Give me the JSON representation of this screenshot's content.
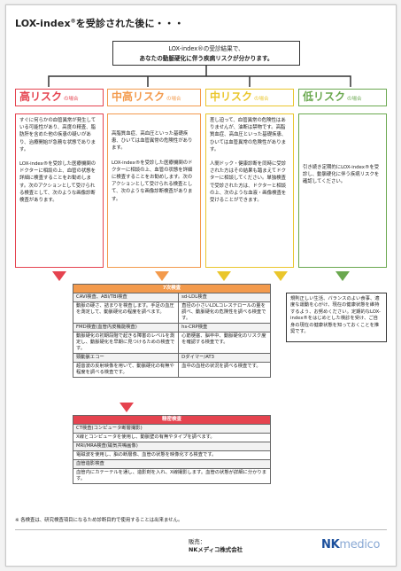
{
  "title": {
    "main": "LOX-index",
    "reg": "®",
    "tail": "を受診された後に・・・"
  },
  "result": {
    "line1": "LOX-index®の受診結果で、",
    "line2": "あなたの動脈硬化に伴う疾病リスクが分かります。"
  },
  "risks": [
    {
      "label": "高リスク",
      "small": "の場合",
      "color": "#e5434f"
    },
    {
      "label": "中高リスク",
      "small": "の場合",
      "color": "#f39a4c"
    },
    {
      "label": "中リスク",
      "small": "の場合",
      "color": "#eac62c"
    },
    {
      "label": "低リスク",
      "small": "の場合",
      "color": "#6aa84f"
    }
  ],
  "columns": [
    [
      "すぐに何らかの血管異常が発生している可能性があり、高度の精査、脂肪肝を含めた他の疾患の疑いがあり、治療開始が急務な状態であります。",
      "LOX-index®を受診した医療機関のドクターに相談の上、血管の状態を詳細に検査することをお勧めします。次のアクションとして受けられる検査として、次のような画像診断検査があります。"
    ],
    [
      "高脂質血症、高血圧といった基礎疾患、ひいては血管異常の危険性があります。",
      "LOX-index®を受診した医療機関のドクターに相談の上、血管の状態を詳細に検査することをお勧めします。次のアクションとして受けられる検査として、次のような画像診断検査があります。"
    ],
    [
      "差し迫って、血管異常の危険性はありませんが、油断は禁物です。高脂質血症、高血圧といった基礎疾患、ひいては血管異常の危険性があります。",
      "人間ドック・健康診断を同時に受診された方はその結果も踏まえてドクターに相談してください。単独検査で受診された方は、ドクターと相談の上、次のような血液・画像検査を受けることができます。"
    ],
    [
      "引き続き定期的にLOX-index®を受診し、動脈硬化に伴う疾病リスクを確認してください。"
    ]
  ],
  "exam1": {
    "header": "7次検査",
    "rows": [
      [
        "CAVI検査、ABI/TBI検査",
        "sd-LDL検査"
      ],
      [
        "動脈の硬さ、詰まりを検査します。手足の血圧を測定して、動脈硬化の程度を調べます。",
        "直径の小さいLDLコレステロールの量を調べ、動脈硬化の危険性を調べる検査です。"
      ],
      [
        "FMD検査(血管内皮機能検査)",
        "hs-CRP検査"
      ],
      [
        "動脈硬化の初期段階で起きる障害のレベルを測定し、動脈硬化を早期に見つけるための検査です。",
        "心筋梗塞、脳卒中、動脈硬化のリスク度を確認する検査です。"
      ],
      [
        "頸動脈エコー",
        "Dダイマー/AT3"
      ],
      [
        "超音波の反射映像を用いて、動脈硬化の有無や程度を調べる検査です。",
        "血中の血栓の状況を調べる検査です。"
      ]
    ]
  },
  "exam2": {
    "header": "精密検査",
    "rows": [
      {
        "t": "CT検査(コンピュータ断層撮影)",
        "sub": true
      },
      {
        "t": "X線とコンピュータを使用し、動脈壁の有無やタイプを調べます。",
        "sub": false
      },
      {
        "t": "MRI/MRA検査(磁気共鳴画像)",
        "sub": true
      },
      {
        "t": "電磁波を使用し、脳の断層像、血管の状態を映像化する検査です。",
        "sub": false
      },
      {
        "t": "血管造影検査",
        "sub": true
      },
      {
        "t": "血管内にカテーテルを通し、造影剤を入れ、X線撮影します。血管の状態が詳細に分かります。",
        "sub": false
      }
    ]
  },
  "lowbox": "規則正しい生活、バランスのよい食事、適度な運動を心がけ、現在の健康状態を維持するよう、お努めください。定期的なLOX-index®をはじめとした検診を受け、ご自身の現在の健康状態を知っておくことを推奨です。",
  "footnote": "※ 各検査は、研究検査項目になるため診断目的で使用することは出来ません。",
  "seller": {
    "label": "販売：",
    "name": "NKメディコ株式会社"
  },
  "logo": {
    "a": "NK",
    "b": "medico"
  }
}
